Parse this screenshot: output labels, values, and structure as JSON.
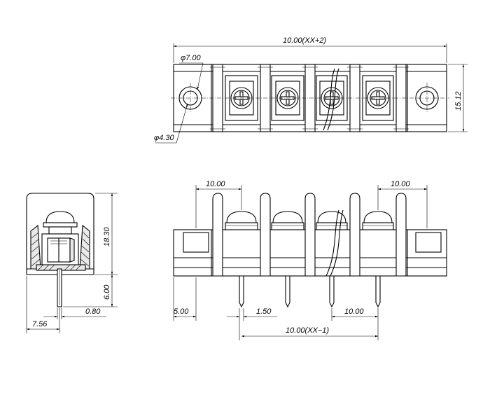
{
  "dimensions": {
    "top_total_width": "10.00(XX+2)",
    "top_hole_outer": "φ7.00",
    "top_hole_inner": "φ4.30",
    "top_height": "15.12",
    "side_height_body": "18.30",
    "side_height_pin": "6.00",
    "side_pin_thickness": "0.80",
    "side_width": "7.56",
    "front_pitch_left": "10.00",
    "front_pitch_right": "10.00",
    "front_edge_offset": "5.00",
    "front_pin_width": "1.50",
    "front_pitch_bottom": "10.00",
    "front_total_span": "10.00(XX−1)"
  }
}
